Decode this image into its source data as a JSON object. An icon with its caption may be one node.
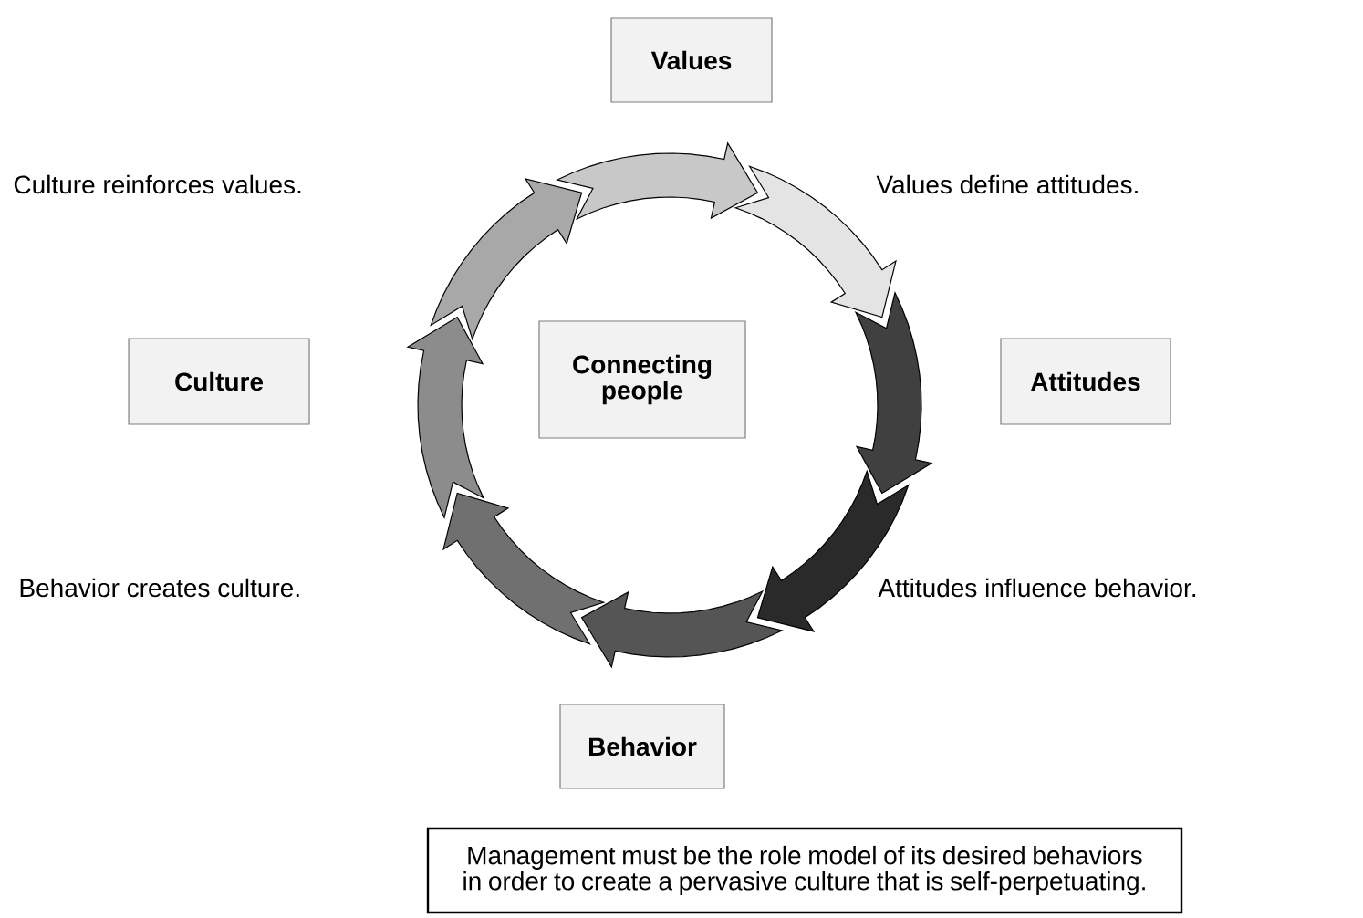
{
  "diagram": {
    "nodes": [
      {
        "text": [
          "Values"
        ]
      },
      {
        "text": [
          "Attitudes"
        ]
      },
      {
        "text": [
          "Behavior"
        ]
      },
      {
        "text": [
          "Culture"
        ]
      },
      {
        "text": [
          "Connecting people"
        ]
      },
      {
        "text": [
          "Management must be the role model of its desired behaviors in order to create a pervasive culture that is self-perpetuating."
        ]
      }
    ],
    "labels": [
      "Culture reinforces values.",
      "Values define attitudes.",
      "Behavior creates culture.",
      "Attitudes influence behavior."
    ]
  }
}
